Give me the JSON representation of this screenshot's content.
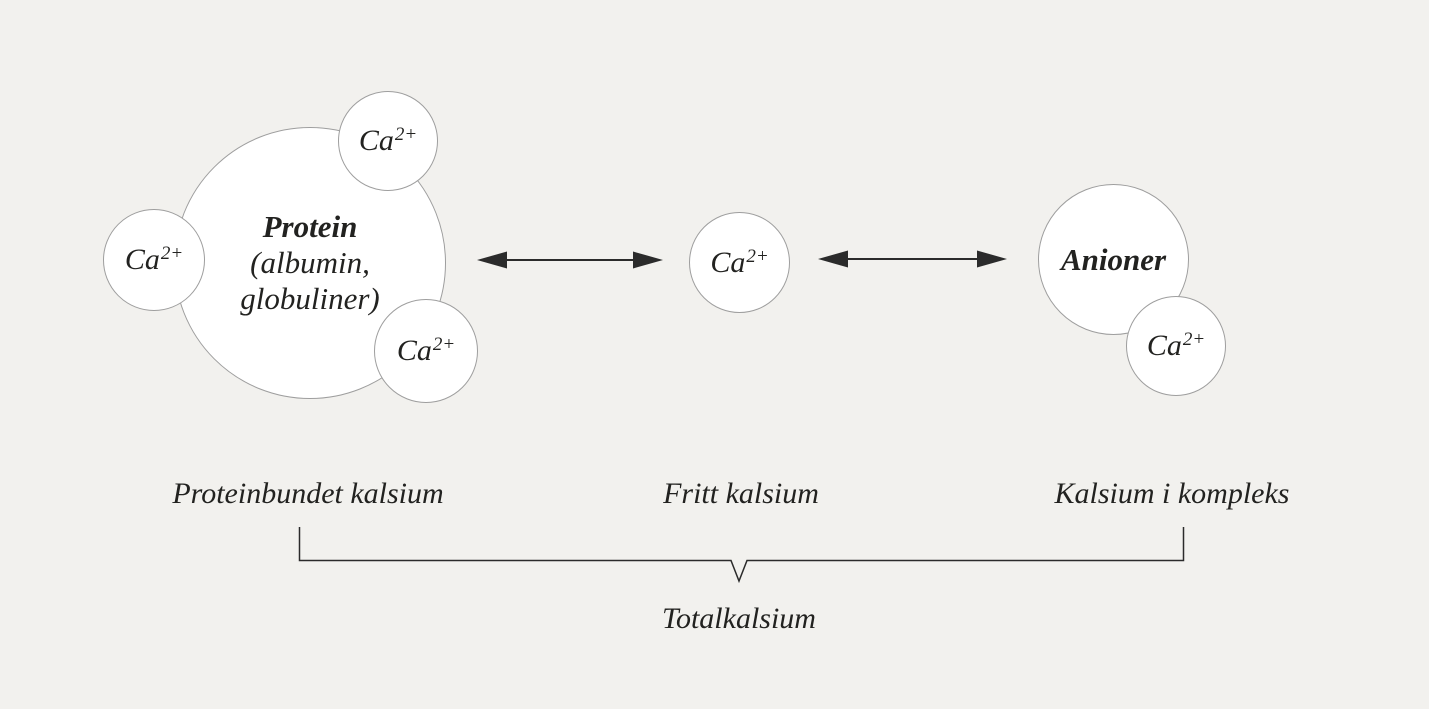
{
  "diagram": {
    "ion": {
      "symbol": "Ca",
      "charge": "2+"
    },
    "protein": {
      "title": "Protein",
      "subtitle_line1": "(albumin,",
      "subtitle_line2": "globuliner)"
    },
    "anion": {
      "title": "Anioner"
    },
    "captions": {
      "protein_bound": "Proteinbundet kalsium",
      "free": "Fritt kalsium",
      "complex": "Kalsium i kompleks"
    },
    "total_label": "Totalkalsium"
  },
  "colors": {
    "background": "#f2f1ee",
    "circle_fill": "#ffffff",
    "circle_border": "#9e9e9e",
    "text": "#222220",
    "arrow": "#2b2b2b"
  }
}
